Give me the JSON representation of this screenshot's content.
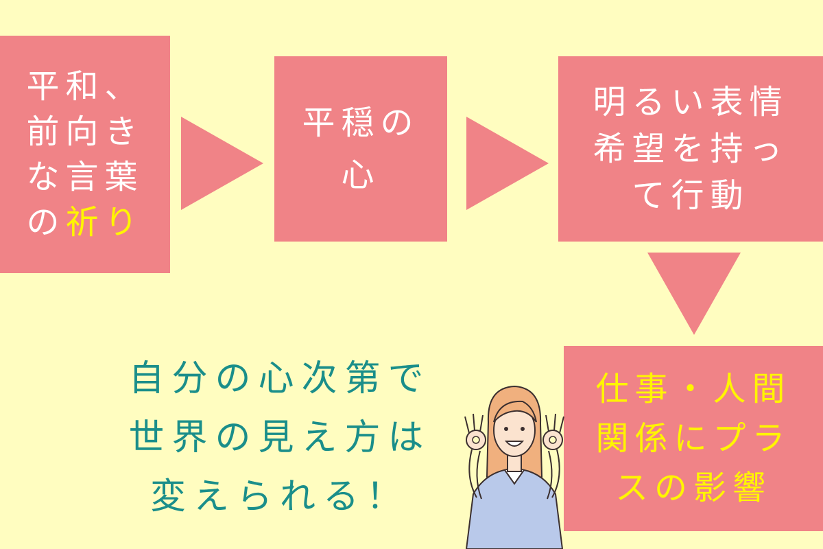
{
  "colors": {
    "background": "#FFFDC0",
    "box": "#F08387",
    "box_text": "#FFFFFF",
    "highlight": "#FFF500",
    "message_text": "#1A8E8A"
  },
  "box1": {
    "lines": [
      "平和、",
      "前向き",
      "な言葉"
    ],
    "last_prefix": "の",
    "last_highlight": "祈り"
  },
  "box2": {
    "lines": [
      "平穏の",
      "心"
    ]
  },
  "box3": {
    "lines": [
      "明るい表情",
      "希望を持っ",
      "て行動"
    ]
  },
  "box4": {
    "lines": [
      "仕事・人間",
      "関係にプラ",
      "スの影響"
    ]
  },
  "message": {
    "lines": [
      "自分の心次第で",
      "世界の見え方は",
      "変えられる！"
    ]
  },
  "arrows": {
    "arrow1": "triangle-right-arrow",
    "arrow2": "triangle-right-arrow",
    "arrow3": "triangle-down-arrow"
  },
  "illustration": "woman-ok-gesture-illustration"
}
